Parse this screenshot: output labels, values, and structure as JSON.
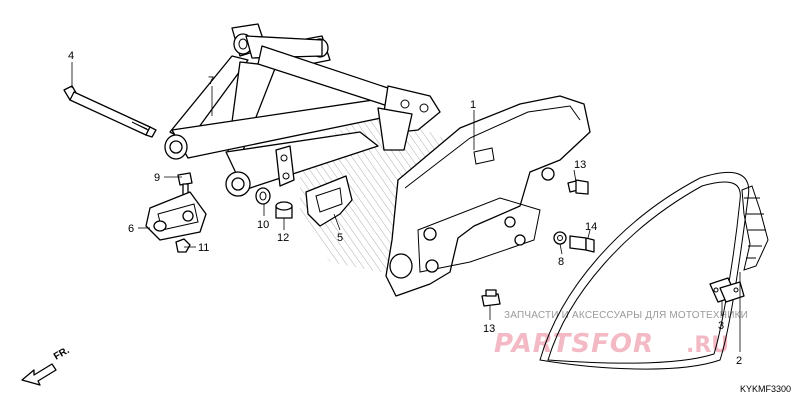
{
  "callouts": [
    {
      "id": "1",
      "text": "1"
    },
    {
      "id": "2",
      "text": "2"
    },
    {
      "id": "3",
      "text": "3"
    },
    {
      "id": "4",
      "text": "4"
    },
    {
      "id": "5",
      "text": "5"
    },
    {
      "id": "6",
      "text": "6"
    },
    {
      "id": "7",
      "text": "7"
    },
    {
      "id": "8",
      "text": "8"
    },
    {
      "id": "9",
      "text": "9"
    },
    {
      "id": "10",
      "text": "10"
    },
    {
      "id": "11",
      "text": "11"
    },
    {
      "id": "12",
      "text": "12"
    },
    {
      "id": "13a",
      "text": "13"
    },
    {
      "id": "13b",
      "text": "13"
    },
    {
      "id": "14",
      "text": "14"
    }
  ],
  "direction_label": "FR.",
  "diagram_code": "KYKMF3300",
  "watermark": {
    "line1": "ЗАПЧАСТИ И АКСЕССУАРЫ ДЛЯ МОТОТЕХНИКИ",
    "line2": "PARTSFOR",
    "line3": ".RU"
  },
  "colors": {
    "ink": "#000000",
    "watermark_pink": "#f3b9c4",
    "watermark_gray": "#9a9a9a",
    "hatch": "#b0b0b0"
  }
}
